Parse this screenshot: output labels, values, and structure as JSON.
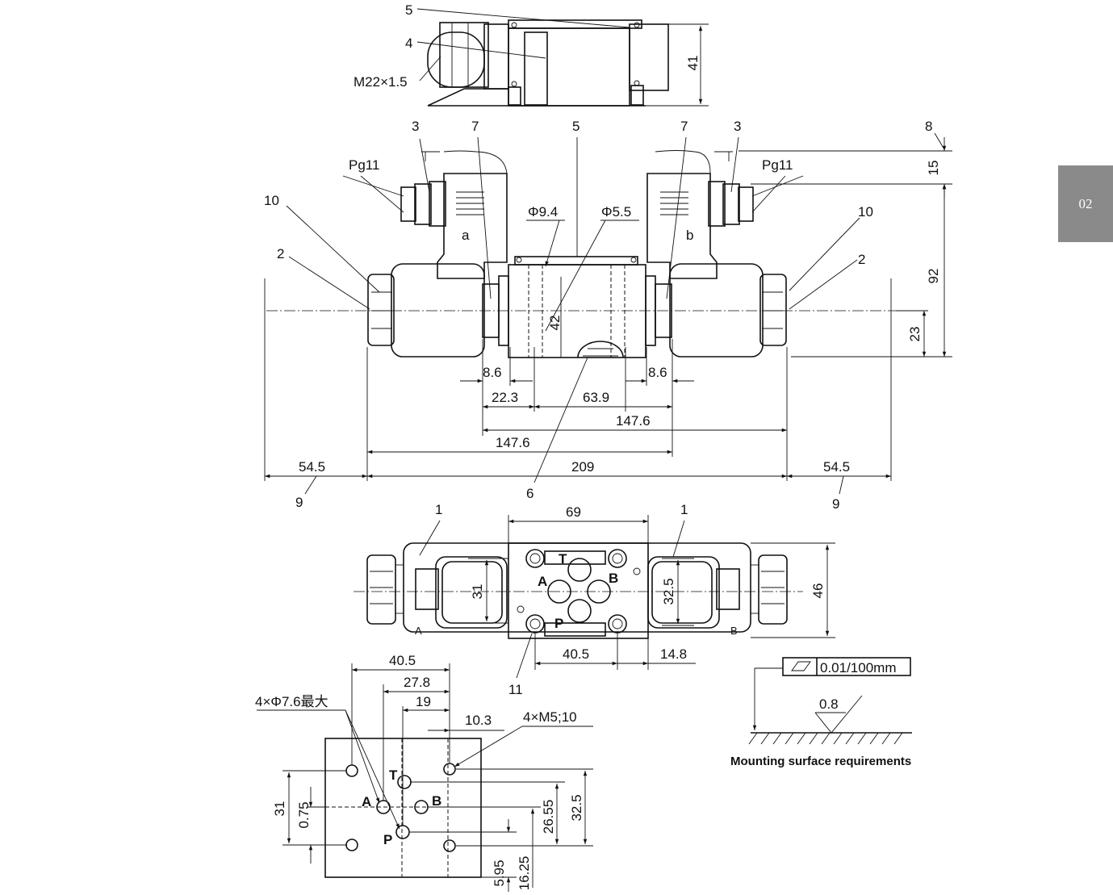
{
  "page_tab": "02",
  "part_labels": {
    "top_view": [
      "5",
      "4",
      "M22×1.5"
    ],
    "front_view": [
      "3",
      "7",
      "5",
      "7",
      "3",
      "8",
      "Pg11",
      "Pg11",
      "10",
      "10",
      "2",
      "2",
      "a",
      "b",
      "6",
      "9",
      "9"
    ],
    "bottom_view": [
      "1",
      "1",
      "11"
    ]
  },
  "dimensions": {
    "top_view": [
      "41"
    ],
    "front_view": [
      "Φ9.4",
      "Φ5.5",
      "42",
      "8.6",
      "8.6",
      "22.3",
      "63.9",
      "147.6",
      "147.6",
      "209",
      "54.5",
      "54.5",
      "15",
      "92",
      "23"
    ],
    "bottom_view": [
      "69",
      "31",
      "32.5",
      "46",
      "40.5",
      "14.8"
    ],
    "mounting_face": [
      "40.5",
      "27.8",
      "19",
      "10.3",
      "31",
      "0.75",
      "26.55",
      "32.5",
      "5.95",
      "16.25"
    ]
  },
  "port_labels": {
    "valve": [
      "T",
      "A",
      "B",
      "P"
    ],
    "mounting": [
      "T",
      "A",
      "B",
      "P"
    ]
  },
  "notes": {
    "holes": "4×Φ7.6最大",
    "threads": "4×M5;10"
  },
  "tolerance": {
    "flatness": "0.01/100mm",
    "roughness": "0.8"
  },
  "mounting_caption": "Mounting surface requirements"
}
